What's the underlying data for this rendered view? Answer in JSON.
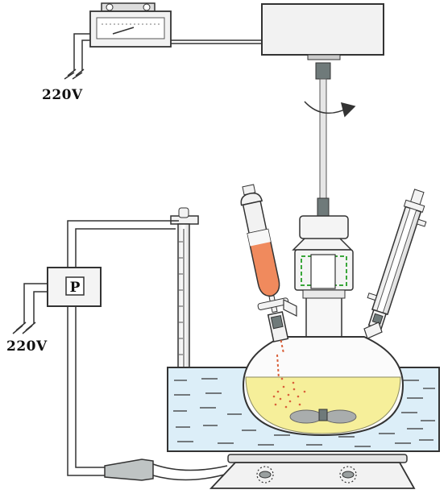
{
  "labels": {
    "voltage_top": "220V",
    "voltage_left": "220V",
    "controller_letter": "P"
  },
  "colors": {
    "liquid": "#f6ef9a",
    "bath_water": "#dceef8",
    "reagent": "#f08a5d",
    "outline": "#333333",
    "gray_part": "#9aa0a0",
    "seal_green": "#3aa63a"
  },
  "icons": {
    "motor": "motor-box",
    "speed_controller": "speed-controller",
    "temperature_controller": "controller-box",
    "rotation": "rotation-arrow-icon",
    "plug": "plug-icon"
  }
}
